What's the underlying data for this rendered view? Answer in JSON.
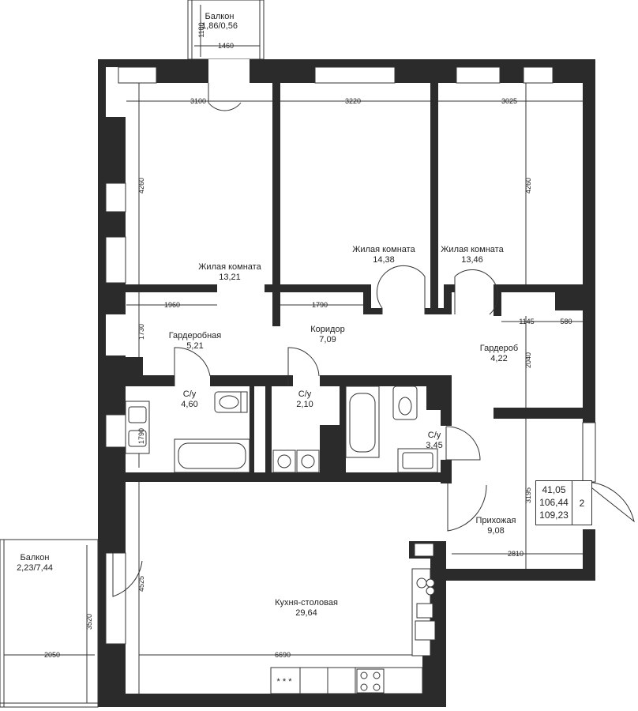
{
  "rooms": [
    {
      "name": "Балкон",
      "area": "1,86/0,56"
    },
    {
      "name": "Жилая комната",
      "area": "13,21"
    },
    {
      "name": "Жилая комната",
      "area": "14,38"
    },
    {
      "name": "Жилая комната",
      "area": "13,46"
    },
    {
      "name": "Гардеробная",
      "area": "5,21"
    },
    {
      "name": "Коридор",
      "area": "7,09"
    },
    {
      "name": "Гардероб",
      "area": "4,22"
    },
    {
      "name": "С/у",
      "area": "4,60"
    },
    {
      "name": "С/у",
      "area": "2,10"
    },
    {
      "name": "С/у",
      "area": "3,45"
    },
    {
      "name": "Прихожая",
      "area": "9,08"
    },
    {
      "name": "Балкон",
      "area": "2,23/7,44"
    },
    {
      "name": "Кухня-столовая",
      "area": "29,64"
    }
  ],
  "dimensions": [
    "1180",
    "1460",
    "3100",
    "3220",
    "3025",
    "4260",
    "4260",
    "1960",
    "1790",
    "1145",
    "580",
    "1730",
    "2040",
    "1790",
    "3195",
    "2810",
    "4525",
    "3520",
    "2050",
    "6690"
  ],
  "summary": {
    "living_area": "41,05",
    "total_area": "106,44",
    "total_area_with_balcony": "109,23",
    "room_count": "2"
  }
}
